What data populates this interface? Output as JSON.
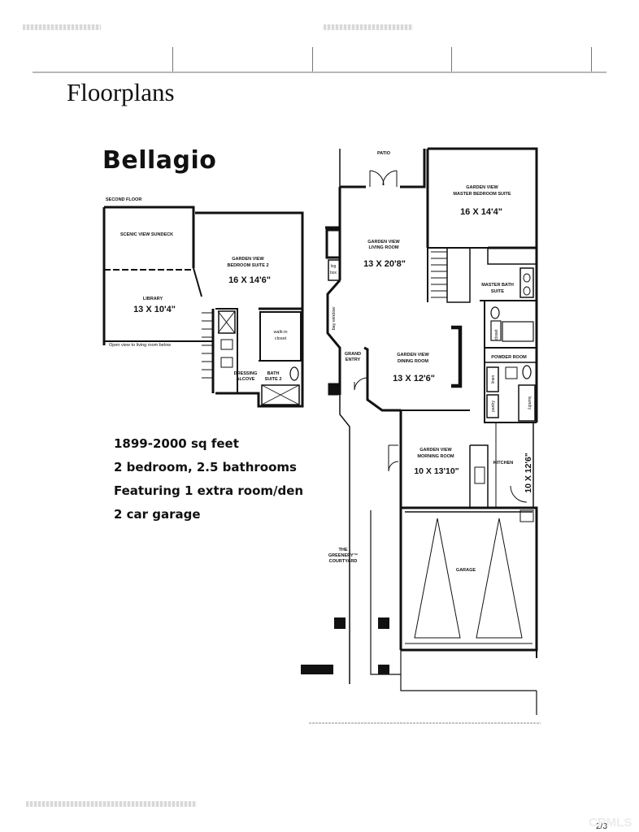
{
  "page": {
    "title": "Floorplans",
    "brand": "Bellagio",
    "page_number": "2/3",
    "watermark": "CRMLS"
  },
  "specs": [
    "1899-2000 sq feet",
    "2 bedroom, 2.5 bathrooms",
    "Featuring 1 extra room/den",
    "2 car garage"
  ],
  "second_floor": {
    "heading": "SECOND FLOOR",
    "sundeck": "SCENIC VIEW SUNDECK",
    "bedroom_line1": "GARDEN VIEW",
    "bedroom_line2": "BEDROOM SUITE 2",
    "bedroom_size": "16 X 14'6\"",
    "library": "LIBRARY",
    "library_size": "13 X 10'4\"",
    "walkin_line1": "walk-in",
    "walkin_line2": "closet",
    "dressing_line1": "DRESSING",
    "dressing_line2": "ALCOVE",
    "bath_line1": "BATH",
    "bath_line2": "SUITE 2",
    "open_view": "Open view to living room below"
  },
  "first_floor": {
    "patio": "PATIO",
    "master_line1": "GARDEN VIEW",
    "master_line2": "MASTER BEDROOM SUITE",
    "master_size": "16 X 14'4\"",
    "living_line1": "GARDEN VIEW",
    "living_line2": "LIVING ROOM",
    "living_size": "13 X 20'8\"",
    "log_line1": "log",
    "log_line2": "box",
    "master_bath_line1": "MASTER BATH",
    "master_bath_line2": "SUITE",
    "closet": "closet",
    "bay_window": "bay window",
    "grand_line1": "GRAND",
    "grand_line2": "ENTRY",
    "dining_line1": "GARDEN VIEW",
    "dining_line2": "DINING ROOM",
    "dining_size": "13 X 12'6\"",
    "powder_room": "POWDER ROOM",
    "linen": "linen",
    "pantry": "pantry",
    "laundry": "laundry",
    "morning_line1": "GARDEN VIEW",
    "morning_line2": "MORNING ROOM",
    "morning_size": "10 X 13'10\"",
    "kitchen": "KITCHEN",
    "kitchen_size": "10 X 12'6\"",
    "greenery_line1": "THE",
    "greenery_line2": "GREENERY™",
    "greenery_line3": "COURTYARD",
    "garage": "GARAGE"
  }
}
